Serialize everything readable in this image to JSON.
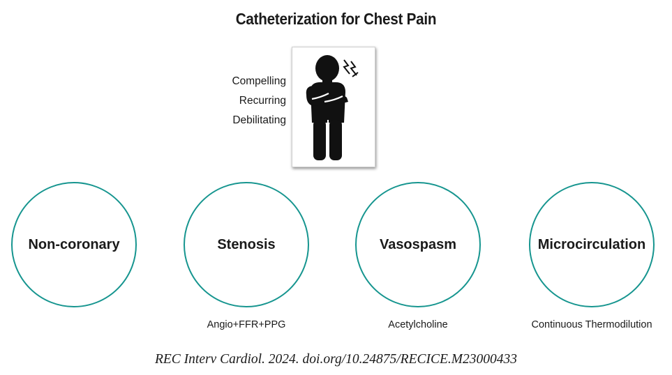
{
  "title": "Catheterization for Chest Pain",
  "symptoms": [
    "Compelling",
    "Recurring",
    "Debilitating"
  ],
  "figure_icon": "person-chest-pain-icon",
  "circles": [
    {
      "label": "Non-coronary",
      "sublabel": ""
    },
    {
      "label": "Stenosis",
      "sublabel": "Angio+FFR+PPG"
    },
    {
      "label": "Vasospasm",
      "sublabel": "Acetylcholine"
    },
    {
      "label": "Microcirculation",
      "sublabel": "Continuous Thermodilution"
    }
  ],
  "citation": "REC Interv Cardiol. 2024. doi.org/10.24875/RECICE.M23000433",
  "colors": {
    "circle_border": "#16958f",
    "text": "#1a1a1a",
    "figure": "#111111"
  }
}
